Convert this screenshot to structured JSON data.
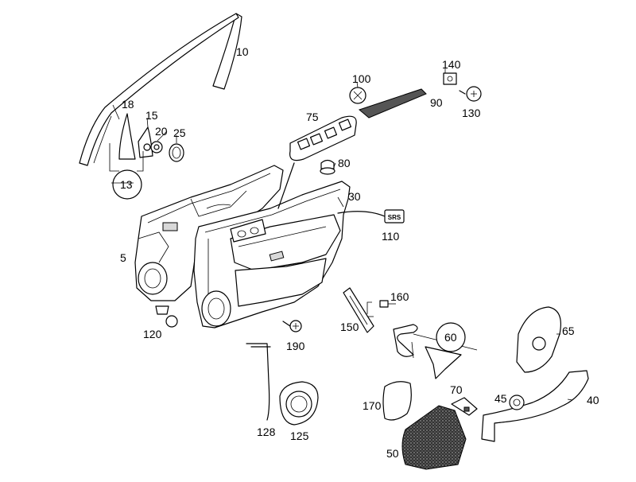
{
  "labels": {
    "p5": "5",
    "p10": "10",
    "p13": "13",
    "p15": "15",
    "p18": "18",
    "p20": "20",
    "p25": "25",
    "p30": "30",
    "p40": "40",
    "p45": "45",
    "p50": "50",
    "p60": "60",
    "p65": "65",
    "p70": "70",
    "p75": "75",
    "p80": "80",
    "p90": "90",
    "p100": "100",
    "p110": "110",
    "p120": "120",
    "p125": "125",
    "p128": "128",
    "p130": "130",
    "p140": "140",
    "p150": "150",
    "p160": "160",
    "p170": "170",
    "p190": "190"
  },
  "badge_text": "SRS"
}
